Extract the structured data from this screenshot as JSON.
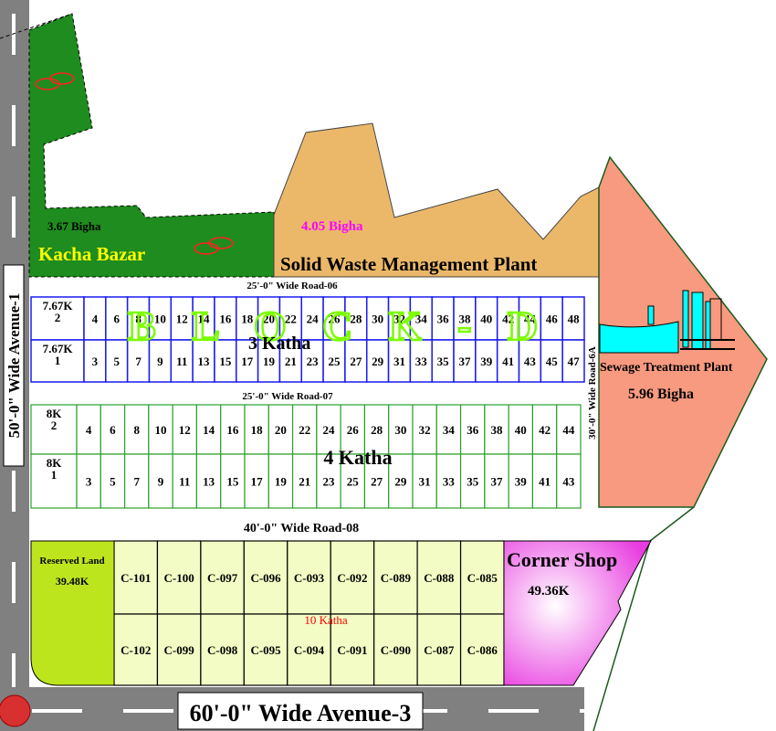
{
  "roads": {
    "avenue_1": "50'-0\" Wide Avenue-1",
    "avenue_3": "60'-0\" Wide Avenue-3",
    "road_06": "25'-0\" Wide Road-06",
    "road_07": "25'-0\" Wide Road-07",
    "road_08": "40'-0\" Wide Road-08",
    "road_6a": "30'-0\" Wide Road-6A"
  },
  "areas": {
    "kacha_bazar": {
      "name": "Kacha Bazar",
      "size": "3.67 Bigha",
      "color": "#1E8C1E",
      "icon": "fish-icon"
    },
    "solid_waste": {
      "name": "Solid Waste Management Plant",
      "size": "4.05 Bigha",
      "color": "#EBB86A"
    },
    "sewage": {
      "name": "Sewage Treatment Plant",
      "size": "5.96 Bigha",
      "color": "#F79A80",
      "icon": "treatment-plant-icon"
    },
    "reserved": {
      "name": "Reserved Land",
      "size": "39.48K",
      "color": "#BDE51E"
    },
    "corner_shop": {
      "name": "Corner Shop",
      "size": "49.36K",
      "color": "#E83CE0"
    }
  },
  "block_d": {
    "title": "B L O C K - D",
    "plot_size_label": "3 Katha",
    "first_top": {
      "size": "7.67K",
      "num": "2"
    },
    "first_bottom": {
      "size": "7.67K",
      "num": "1"
    },
    "top_row": [
      "4",
      "6",
      "8",
      "10",
      "12",
      "14",
      "16",
      "18",
      "20",
      "22",
      "24",
      "26",
      "28",
      "30",
      "32",
      "34",
      "36",
      "38",
      "40",
      "42",
      "44",
      "46",
      "48"
    ],
    "bottom_row": [
      "3",
      "5",
      "7",
      "9",
      "11",
      "13",
      "15",
      "17",
      "19",
      "21",
      "23",
      "25",
      "27",
      "29",
      "31",
      "33",
      "35",
      "37",
      "39",
      "41",
      "43",
      "45",
      "47"
    ],
    "border_color": "#1A1AF0"
  },
  "block_4k": {
    "plot_size_label": "4 Katha",
    "first_top": {
      "size": "8K",
      "num": "2"
    },
    "first_bottom": {
      "size": "8K",
      "num": "1"
    },
    "top_row": [
      "4",
      "6",
      "8",
      "10",
      "12",
      "14",
      "16",
      "18",
      "20",
      "22",
      "24",
      "26",
      "28",
      "30",
      "32",
      "34",
      "36",
      "38",
      "40",
      "42",
      "44"
    ],
    "bottom_row": [
      "3",
      "5",
      "7",
      "9",
      "11",
      "13",
      "15",
      "17",
      "19",
      "21",
      "23",
      "25",
      "27",
      "29",
      "31",
      "33",
      "35",
      "37",
      "39",
      "41",
      "43"
    ],
    "border_color": "#2AA02A"
  },
  "block_c": {
    "plot_size_label": "10 Katha",
    "top_row": [
      "C-101",
      "C-100",
      "C-097",
      "C-096",
      "C-093",
      "C-092",
      "C-089",
      "C-088",
      "C-085"
    ],
    "bottom_row": [
      "C-102",
      "C-099",
      "C-098",
      "C-095",
      "C-094",
      "C-091",
      "C-090",
      "C-087",
      "C-086"
    ],
    "fill": "#F3FCC4"
  }
}
